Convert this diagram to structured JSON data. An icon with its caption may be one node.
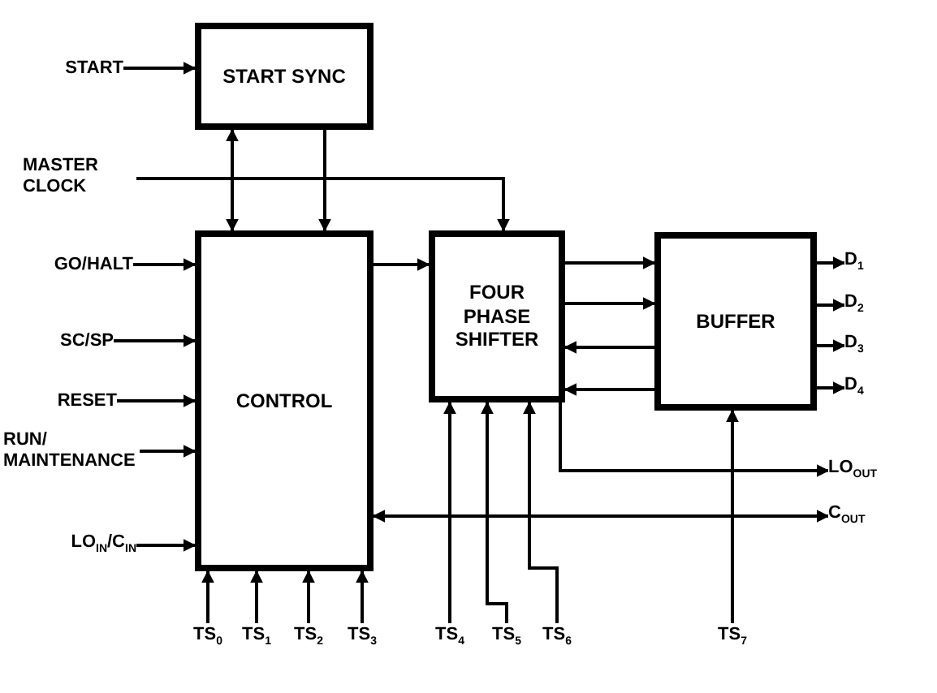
{
  "diagram": {
    "nodes": [
      {
        "text": [
          "START SYNC"
        ]
      },
      {
        "text": [
          "CONTROL"
        ]
      },
      {
        "text": [
          "FOUR PHASE SHIFTER"
        ]
      },
      {
        "text": [
          "BUFFER"
        ]
      },
      {
        "text": [
          "START"
        ]
      },
      {
        "text": [
          "MASTER CLOCK"
        ]
      },
      {
        "text": [
          "GO/HALT"
        ]
      },
      {
        "text": [
          "SC/SP"
        ]
      },
      {
        "text": [
          "RESET"
        ]
      },
      {
        "text": [
          "RUN/ MAINTENANCE"
        ]
      },
      {
        "text": [
          "LO$_{IN}$/C$_{IN}$"
        ]
      },
      {
        "text": [
          "TS$_{0}$"
        ]
      },
      {
        "text": [
          "TS$_{1}$"
        ]
      },
      {
        "text": [
          "TS$_{2}$"
        ]
      },
      {
        "text": [
          "TS$_{3}$"
        ]
      },
      {
        "text": [
          "TS$_{4}$"
        ]
      },
      {
        "text": [
          "TS$_{5}$"
        ]
      },
      {
        "text": [
          "TS$_{6}$"
        ]
      },
      {
        "text": [
          "TS$_{7}$"
        ]
      },
      {
        "text": [
          "D$_{1}$"
        ]
      },
      {
        "text": [
          "D$_{2}$"
        ]
      },
      {
        "text": [
          "D$_{3}$"
        ]
      },
      {
        "text": [
          "D$_{4}$"
        ]
      },
      {
        "text": [
          "LO$_{OUT}$"
        ]
      },
      {
        "text": [
          "C$_{OUT}$"
        ]
      }
    ],
    "edges": [
      {
        "from": 4,
        "to": 0,
        "arrow": "to"
      },
      {
        "from": 0,
        "to": 1,
        "arrow": "both"
      },
      {
        "from": 0,
        "to": 1,
        "arrow": "to"
      },
      {
        "from": 5,
        "to": 2,
        "arrow": "to"
      },
      {
        "from": 6,
        "to": 1,
        "arrow": "to"
      },
      {
        "from": 7,
        "to": 1,
        "arrow": "to"
      },
      {
        "from": 8,
        "to": 1,
        "arrow": "to"
      },
      {
        "from": 9,
        "to": 1,
        "arrow": "to"
      },
      {
        "from": 10,
        "to": 1,
        "arrow": "to"
      },
      {
        "from": 1,
        "to": 2,
        "arrow": "to"
      },
      {
        "from": 2,
        "to": 3,
        "arrow": "to"
      },
      {
        "from": 2,
        "to": 3,
        "arrow": "to"
      },
      {
        "from": 3,
        "to": 2,
        "arrow": "to"
      },
      {
        "from": 3,
        "to": 2,
        "arrow": "to"
      },
      {
        "from": 3,
        "to": 19,
        "arrow": "to"
      },
      {
        "from": 3,
        "to": 20,
        "arrow": "to"
      },
      {
        "from": 3,
        "to": 21,
        "arrow": "to"
      },
      {
        "from": 3,
        "to": 22,
        "arrow": "to"
      },
      {
        "from": 2,
        "to": 23,
        "arrow": "to"
      },
      {
        "from": 1,
        "to": 24,
        "arrow": "both"
      },
      {
        "from": 11,
        "to": 1,
        "arrow": "to"
      },
      {
        "from": 12,
        "to": 1,
        "arrow": "to"
      },
      {
        "from": 13,
        "to": 1,
        "arrow": "to"
      },
      {
        "from": 14,
        "to": 1,
        "arrow": "to"
      },
      {
        "from": 15,
        "to": 2,
        "arrow": "to"
      },
      {
        "from": 16,
        "to": 2,
        "arrow": "to"
      },
      {
        "from": 17,
        "to": 2,
        "arrow": "to"
      },
      {
        "from": 18,
        "to": 3,
        "arrow": "to"
      }
    ]
  }
}
